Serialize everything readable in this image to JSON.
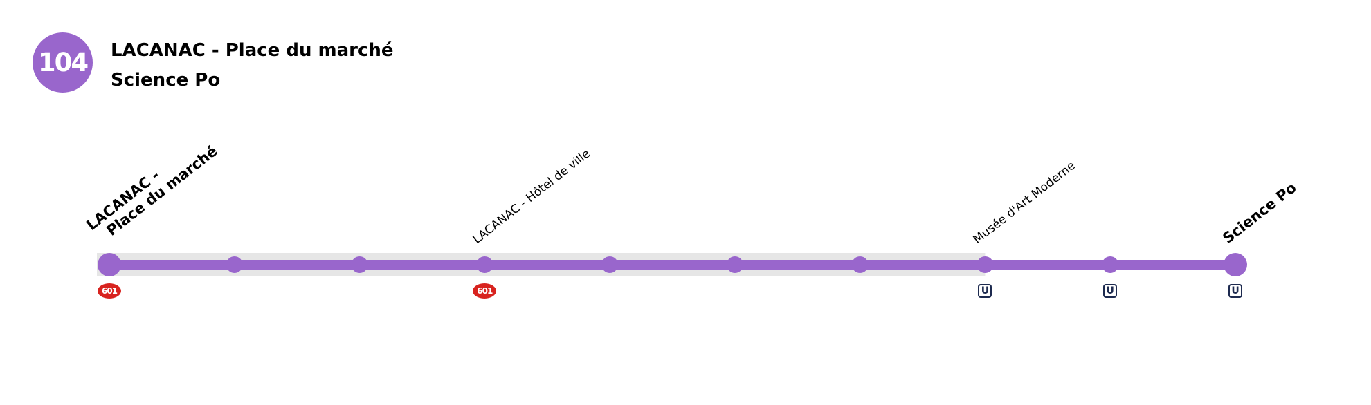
{
  "route": {
    "number": "104",
    "origin": "LACANAC - Place du marché",
    "destination": "Science Po",
    "color": "#9966cc"
  },
  "stops": [
    {
      "label": [
        "LACANAC -",
        "Place du marché"
      ],
      "terminus": true,
      "connections": [
        {
          "type": "bus",
          "label": "601"
        }
      ]
    },
    {
      "label": [],
      "terminus": false,
      "connections": []
    },
    {
      "label": [],
      "terminus": false,
      "connections": []
    },
    {
      "label": [
        "LACANAC - Hôtel de ville"
      ],
      "terminus": false,
      "connections": [
        {
          "type": "bus",
          "label": "601"
        }
      ]
    },
    {
      "label": [],
      "terminus": false,
      "connections": []
    },
    {
      "label": [],
      "terminus": false,
      "connections": []
    },
    {
      "label": [],
      "terminus": false,
      "connections": []
    },
    {
      "label": [
        "Musée d'Art Moderne"
      ],
      "terminus": false,
      "connections": [
        {
          "type": "metro",
          "label": "U"
        }
      ]
    },
    {
      "label": [],
      "terminus": false,
      "connections": [
        {
          "type": "metro",
          "label": "U"
        }
      ]
    },
    {
      "label": [
        "Science Po"
      ],
      "terminus": true,
      "connections": [
        {
          "type": "metro",
          "label": "U"
        }
      ]
    }
  ],
  "highlight": {
    "from_stop": 0,
    "to_stop": 7
  },
  "colors": {
    "line": "#9966cc",
    "highlight": "#e6e6e6",
    "bus": "#d8231f",
    "metro": "#1d2a4f"
  }
}
